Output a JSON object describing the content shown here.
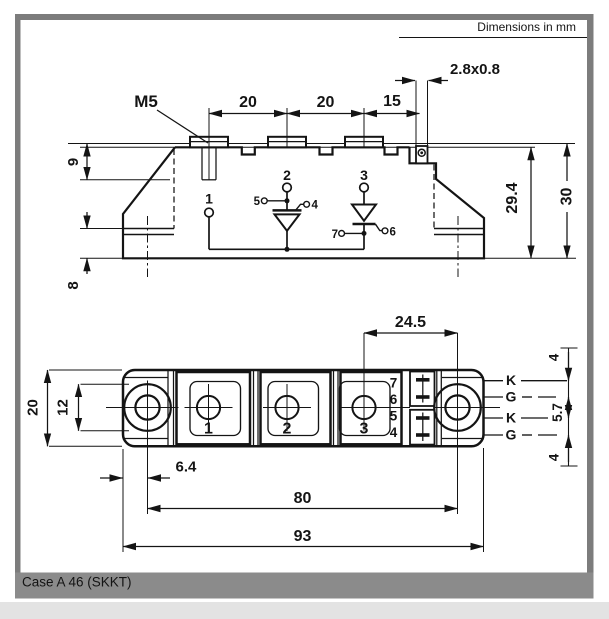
{
  "header": {
    "note": "Dimensions in mm"
  },
  "footer": {
    "label": "Case A 46 (SKKT)"
  },
  "colors": {
    "frame": "#7c7c7c",
    "footer_bar": "#8b8b8b",
    "footer_text": "#f4f4f4",
    "ink": "#141414",
    "bg": "#ffffff",
    "below_strip": "#e3e3e3"
  },
  "side_view": {
    "thread_label": "M5",
    "tab_label": "2.8x0.8",
    "dim_pitch_1": "20",
    "dim_pitch_2": "20",
    "dim_pitch_3": "15",
    "dim_depth": "9",
    "dim_base": "8",
    "dim_height_body": "29.4",
    "dim_height_total": "30",
    "terminal_1": "1",
    "terminal_2": "2",
    "terminal_3": "3",
    "gate_4": "4",
    "aux_5": "5",
    "gate_6": "6",
    "aux_7": "7"
  },
  "bottom_view": {
    "dim_gate_offset": "24.5",
    "dim_width": "20",
    "dim_boss": "12",
    "dim_hole_offset": "6.4",
    "dim_hole_pitch": "80",
    "dim_length": "93",
    "dim_pin_top": "4",
    "dim_pin_mid": "5.7",
    "dim_pin_bot": "4",
    "pad_1": "1",
    "pad_2": "2",
    "pad_3": "3",
    "aux_pins": [
      "7",
      "6",
      "5",
      "4"
    ],
    "pin_labels": [
      "K",
      "G",
      "K",
      "G"
    ]
  }
}
